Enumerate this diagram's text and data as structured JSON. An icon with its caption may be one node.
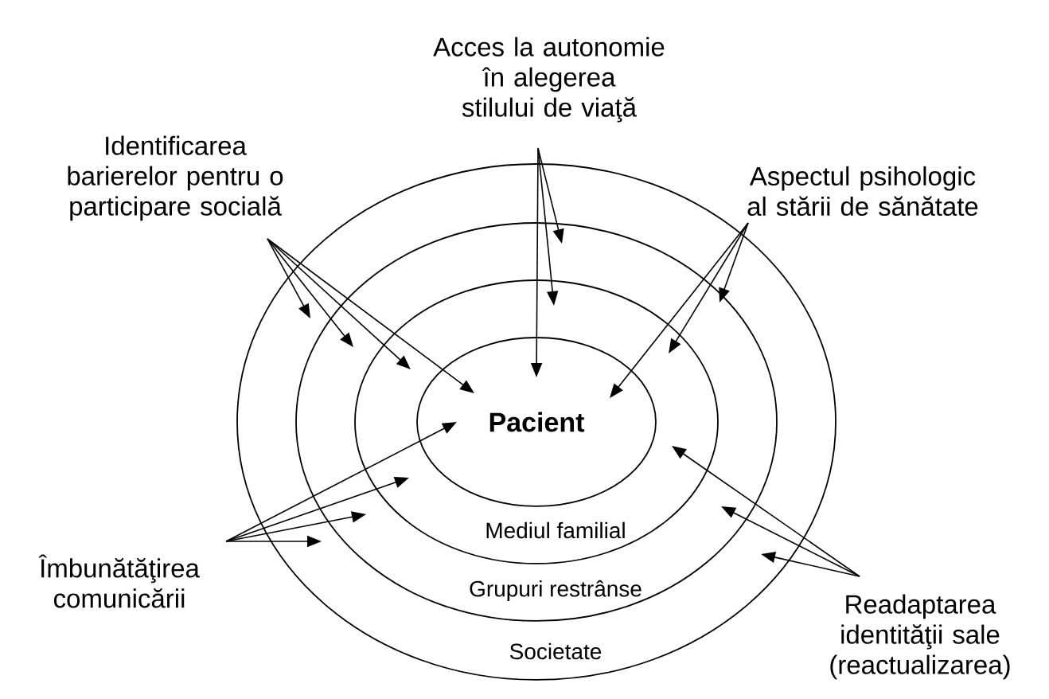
{
  "diagram": {
    "nodes": [
      {
        "text": [
          "Societate"
        ]
      },
      {
        "text": [
          "Grupuri restrânse"
        ],
        "in": 0
      },
      {
        "text": [
          "Mediul familial"
        ],
        "in": 1
      },
      {
        "text": [
          "**Pacient**"
        ],
        "in": 2
      },
      {
        "text": [
          "Acces la autonomie în alegerea stilului de viaţă"
        ]
      },
      {
        "text": [
          "Identificarea barierelor pentru o participare socială"
        ]
      },
      {
        "text": [
          "Aspectul psihologic al stării de sănătate"
        ]
      },
      {
        "text": [
          "Îmbunătăţirea comunicării"
        ]
      },
      {
        "text": [
          "Readaptarea identităţii sale (reactualizarea)"
        ]
      }
    ],
    "edges": [
      {
        "from": 4,
        "to": 1,
        "arrow": "to"
      },
      {
        "from": 4,
        "to": 2,
        "arrow": "to"
      },
      {
        "from": 4,
        "to": 3,
        "arrow": "to"
      },
      {
        "from": 5,
        "to": 0,
        "arrow": "to"
      },
      {
        "from": 5,
        "to": 1,
        "arrow": "to"
      },
      {
        "from": 5,
        "to": 2,
        "arrow": "to"
      },
      {
        "from": 5,
        "to": 3,
        "arrow": "to"
      },
      {
        "from": 6,
        "to": 1,
        "arrow": "to"
      },
      {
        "from": 6,
        "to": 2,
        "arrow": "to"
      },
      {
        "from": 6,
        "to": 3,
        "arrow": "to"
      },
      {
        "from": 7,
        "to": 0,
        "arrow": "to"
      },
      {
        "from": 7,
        "to": 1,
        "arrow": "to"
      },
      {
        "from": 7,
        "to": 2,
        "arrow": "to"
      },
      {
        "from": 7,
        "to": 3,
        "arrow": "to"
      },
      {
        "from": 8,
        "to": 2,
        "arrow": "to"
      },
      {
        "from": 8,
        "to": 1,
        "arrow": "to"
      },
      {
        "from": 8,
        "to": 0,
        "arrow": "to"
      }
    ]
  }
}
